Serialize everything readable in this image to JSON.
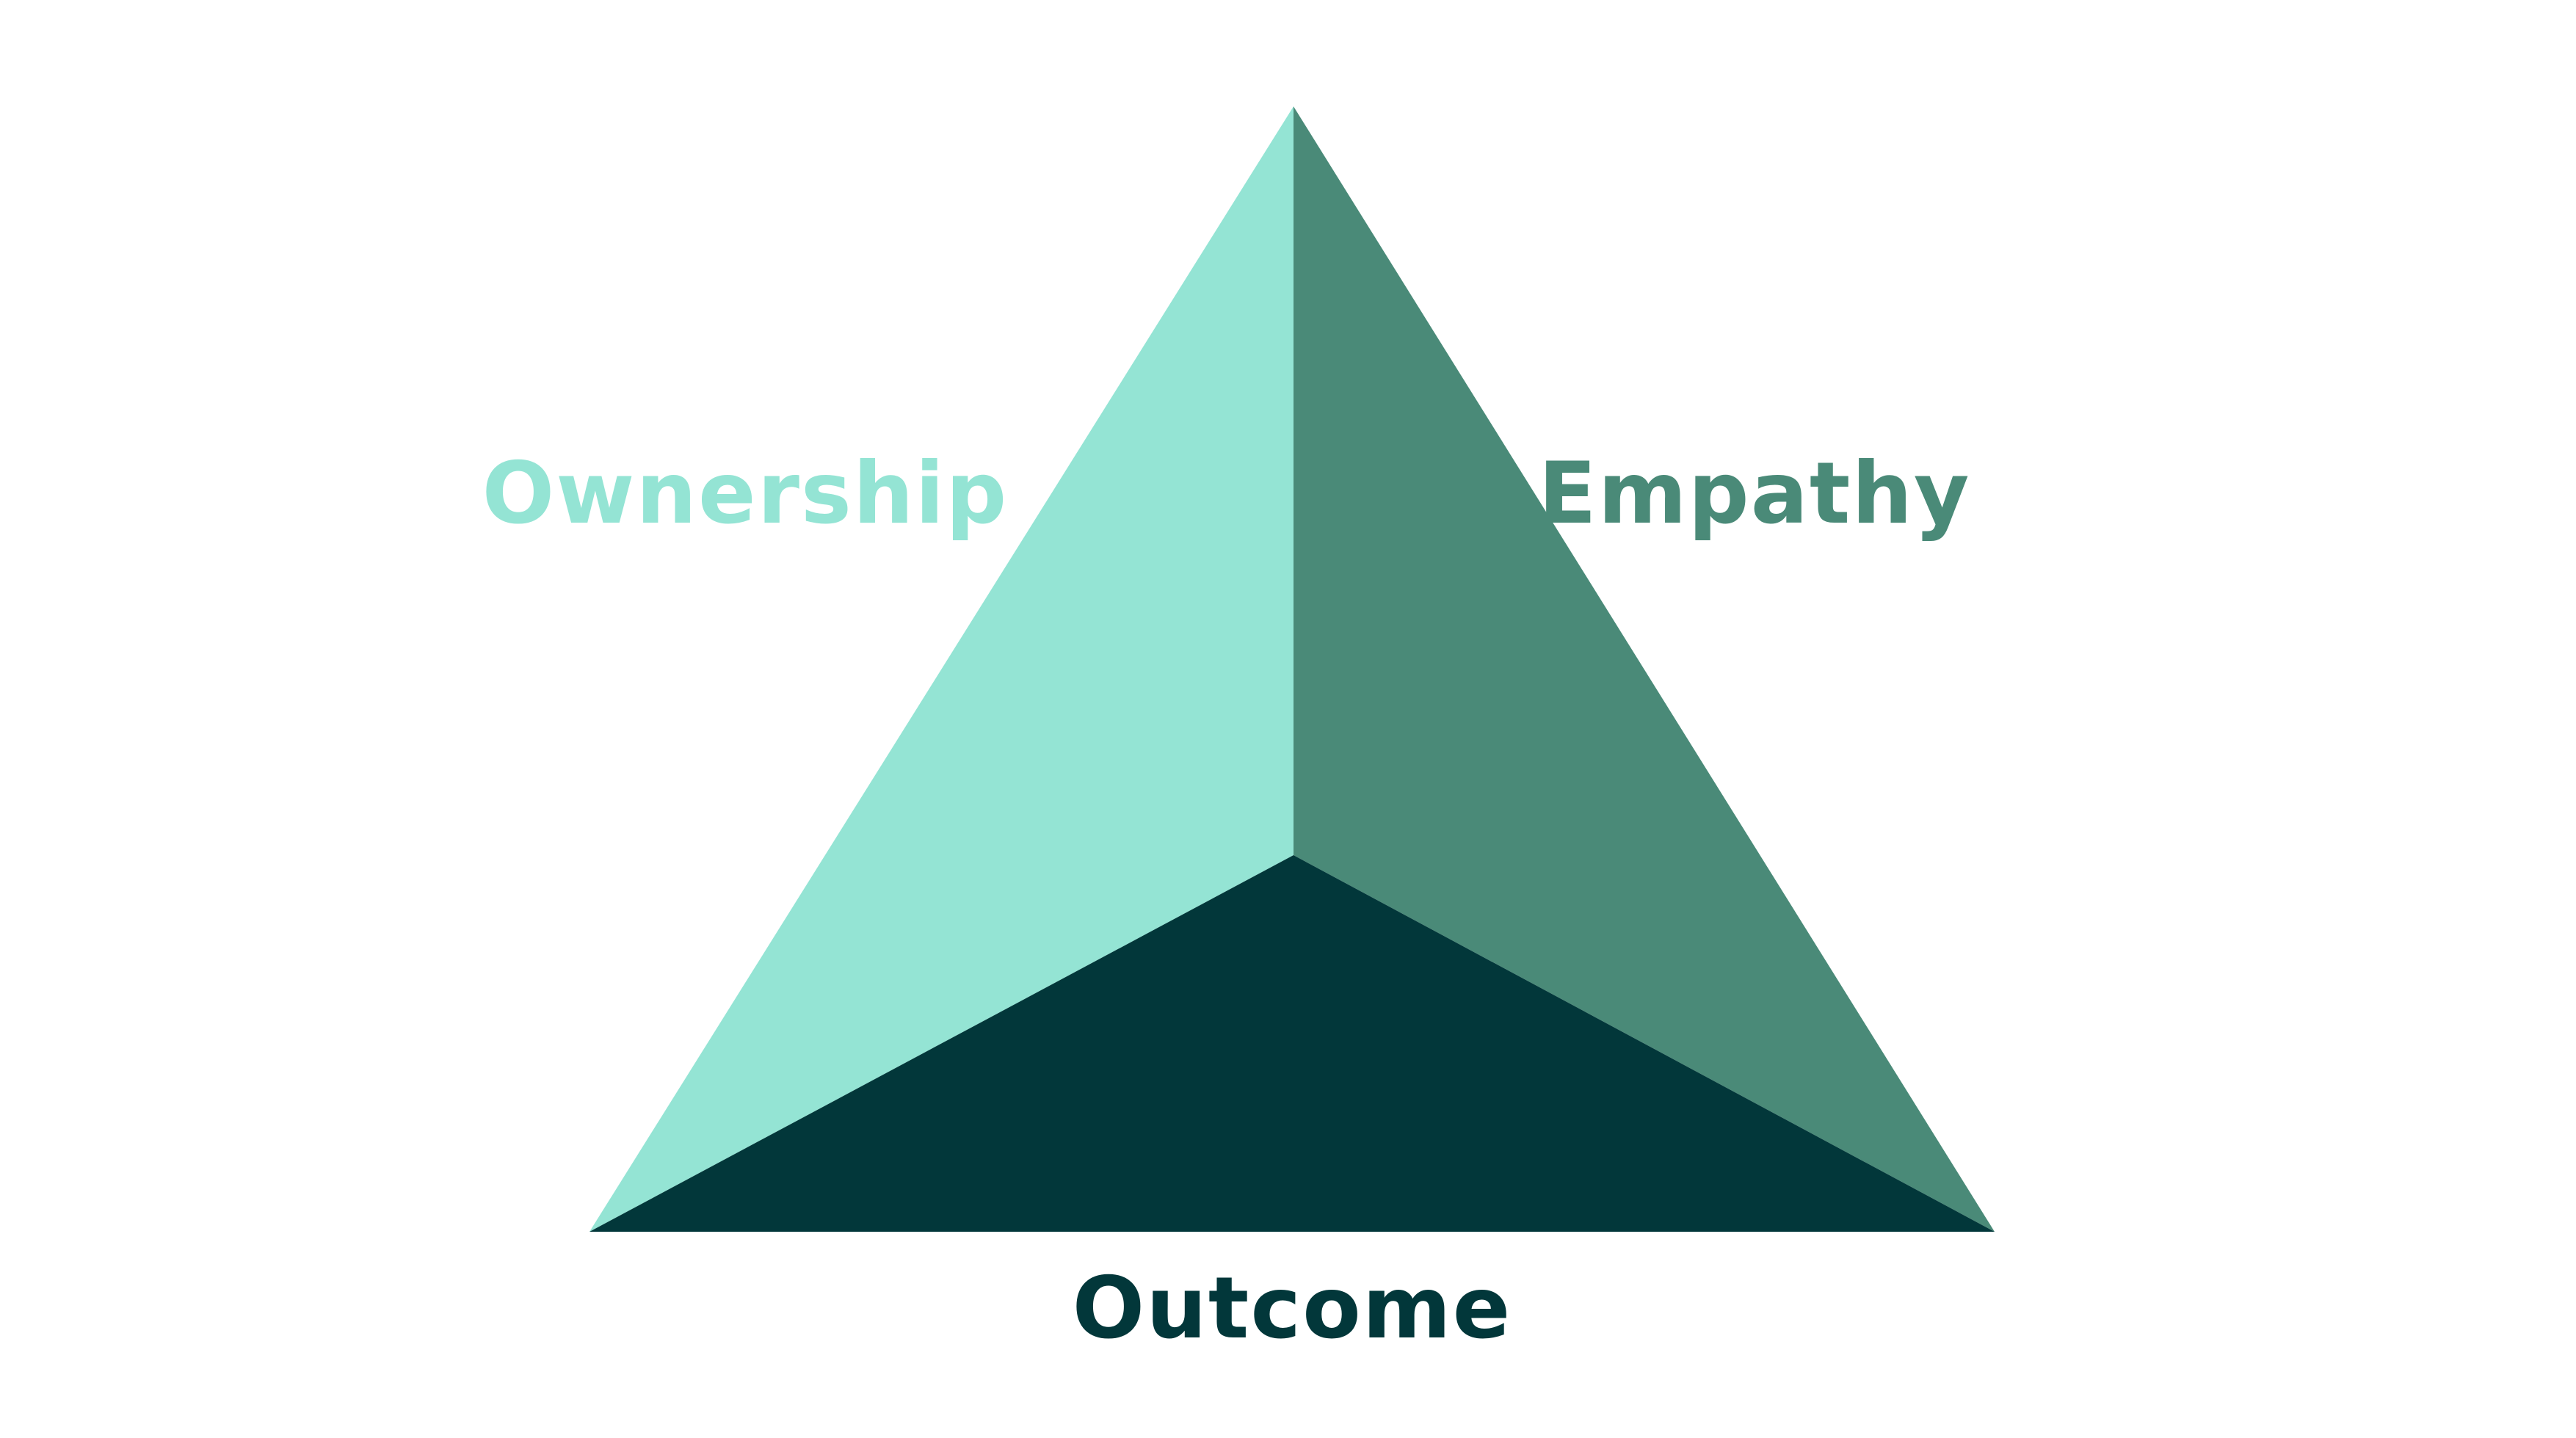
{
  "diagram": {
    "segments": [
      {
        "label": "Ownership",
        "color": "#94E4D4"
      },
      {
        "label": "Empathy",
        "color": "#4A8A78"
      },
      {
        "label": "Outcome",
        "color": "#02373A"
      }
    ]
  },
  "background": "#FFFFFF"
}
